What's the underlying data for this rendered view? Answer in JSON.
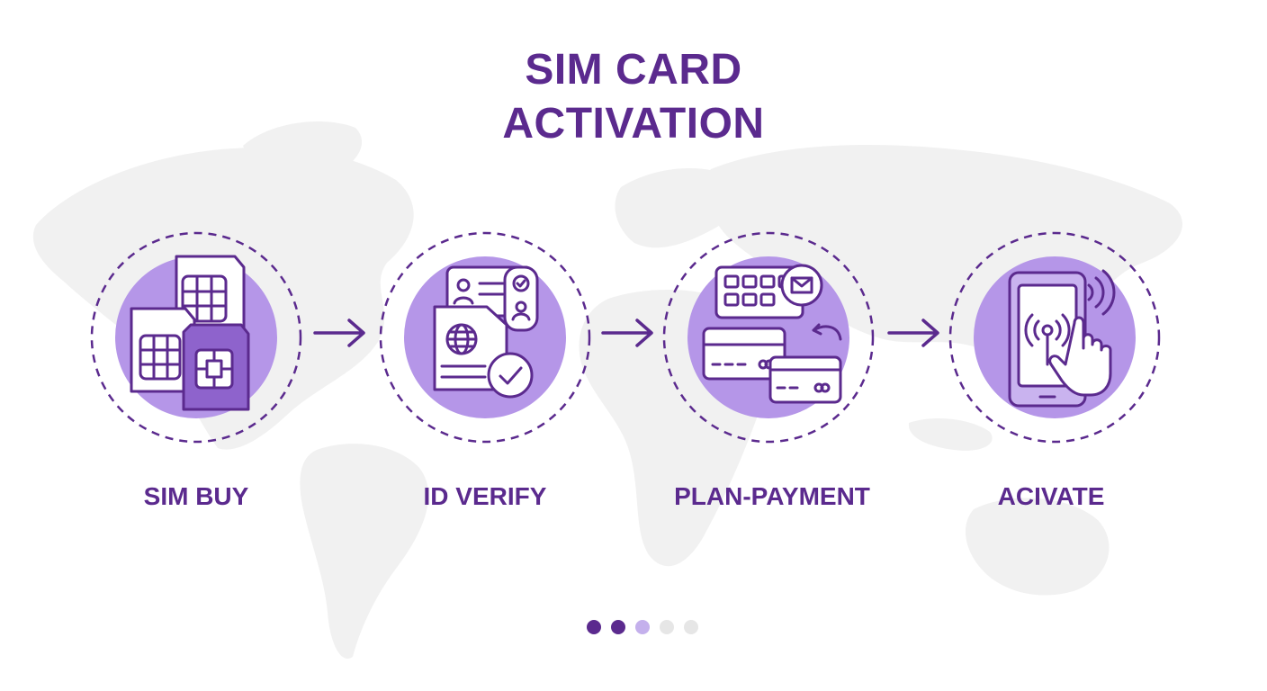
{
  "title": {
    "line1": "SIM CARD",
    "line2": "ACTIVATION"
  },
  "steps": [
    {
      "label": "SIM BUY",
      "icon": "sim-cards-icon"
    },
    {
      "label": "ID VERIFY",
      "icon": "id-verify-icon"
    },
    {
      "label": "PLAN-PAYMENT",
      "icon": "plan-payment-icon"
    },
    {
      "label": "ACIVATE",
      "icon": "tap-activate-icon"
    }
  ],
  "pagination": {
    "total": 5,
    "active": 2
  },
  "colors": {
    "primary": "#5b2a8e",
    "circle_fill": "#b596e8",
    "light_purple": "#c4b0ec",
    "inactive_dot": "#e6e6e6",
    "map": "#f0f0f0"
  }
}
